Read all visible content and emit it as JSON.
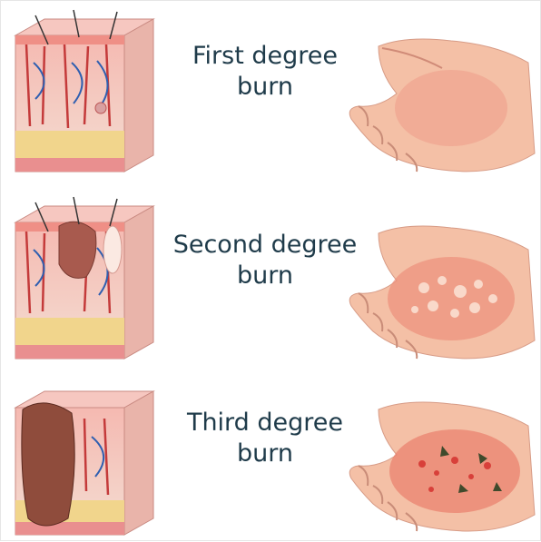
{
  "panels": [
    {
      "caption_line1": "First degree",
      "caption_line2": "burn",
      "icon": "skin-section-first-degree",
      "hand": "hand-redness"
    },
    {
      "caption_line1": "Second degree",
      "caption_line2": "burn",
      "icon": "skin-section-second-degree",
      "hand": "hand-blisters"
    },
    {
      "caption_line1": "Third degree",
      "caption_line2": "burn",
      "icon": "skin-section-third-degree",
      "hand": "hand-charred"
    }
  ],
  "colors": {
    "text": "#1f3b4a",
    "skin_top": "#f2a9a1",
    "dermis": "#f6e2d6",
    "fat": "#f1d58c",
    "vessel_red": "#c43a3a",
    "vessel_blue": "#2f5fb0",
    "hand": "#f7c9b0"
  }
}
